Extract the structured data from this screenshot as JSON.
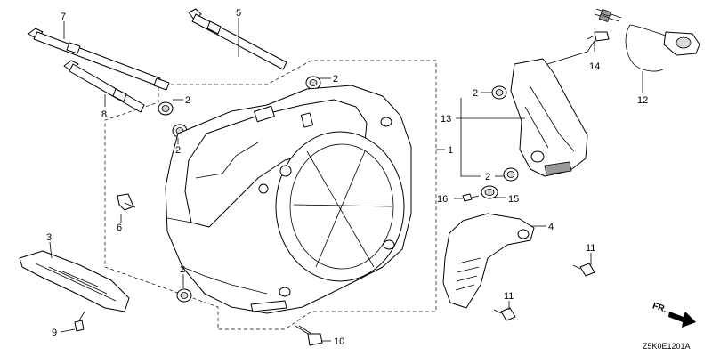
{
  "labels": {
    "p1": "1",
    "p2a": "2",
    "p2b": "2",
    "p2c": "2",
    "p2d": "2",
    "p2e": "2",
    "p2f": "2",
    "p3": "3",
    "p4": "4",
    "p5": "5",
    "p6": "6",
    "p7": "7",
    "p8": "8",
    "p9": "9",
    "p10": "10",
    "p11a": "11",
    "p11b": "11",
    "p12": "12",
    "p13": "13",
    "p14": "14",
    "p15": "15",
    "p16": "16"
  },
  "direction": "FR.",
  "diagram_code": "Z5K0E1201A"
}
